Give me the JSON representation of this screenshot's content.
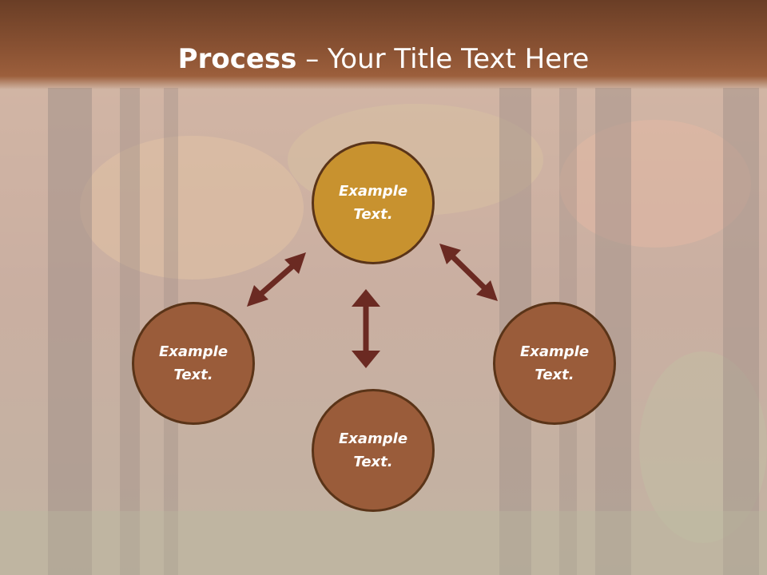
{
  "title": {
    "bold": "Process",
    "dash": " – ",
    "rest": "Your Title Text Here"
  },
  "nodes": [
    {
      "id": "top",
      "label": "Example\nText.",
      "color": "#c8922f"
    },
    {
      "id": "left",
      "label": "Example\nText.",
      "color": "#9a5c3a"
    },
    {
      "id": "right",
      "label": "Example\nText.",
      "color": "#9a5c3a"
    },
    {
      "id": "bottom",
      "label": "Example\nText.",
      "color": "#9a5c3a"
    }
  ],
  "colors": {
    "arrow": "#6b2a22",
    "border": "#5a3418",
    "header": "#8a5233"
  }
}
